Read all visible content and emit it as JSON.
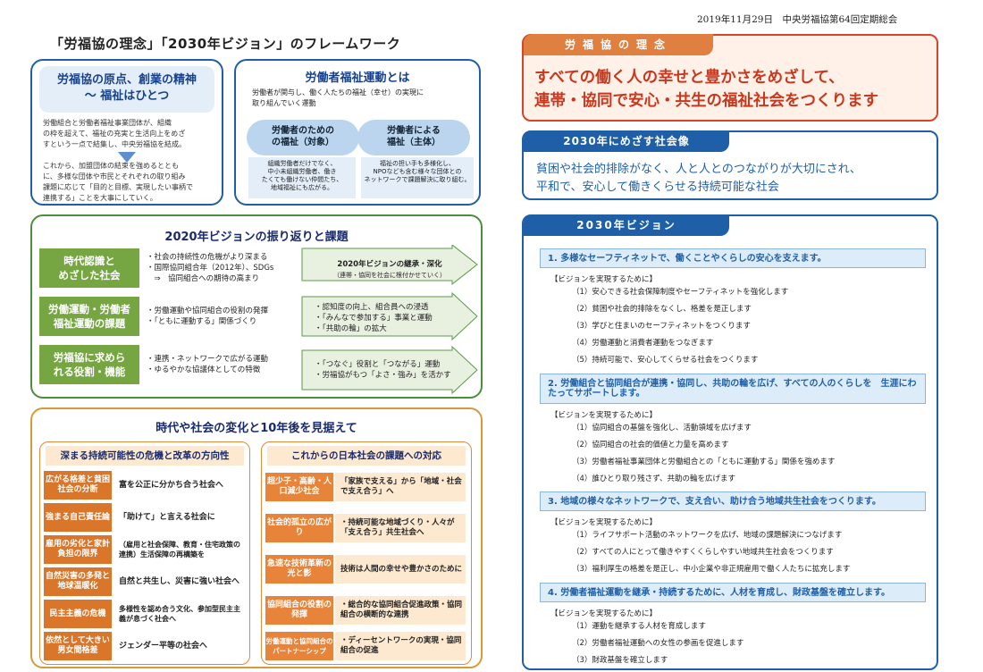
{
  "date": "2019年11月29日　中央労福協第64回定期総会",
  "title": "「労福協の理念」「2030年ビジョン」のフレームワーク",
  "b1": {
    "h1": "労福協の原点、創業の精神",
    "h2": "～ 福祉はひとつ",
    "p1": [
      "労働組合と労働者福祉事業団体が、組織",
      "の枠を超えて、福祉の充実と生活向上をめざ",
      "すという一点で結集し、中央労福協を結成。"
    ],
    "p2": [
      "これから、加盟団体の結束を強めるととも",
      "に、多様な団体や市民とそれぞれの取り組み",
      "課題に応じて「目的と目標、実現したい事柄で",
      "連携する」ことを大事にしていく。"
    ]
  },
  "b2": {
    "h": "労働者福祉運動とは",
    "p": [
      "労働者が関与し、働く人たちの福祉（幸せ）の実現に",
      "取り組んでいく運動"
    ],
    "o1": [
      "労働者のための",
      "の福祉（対象）"
    ],
    "o2": [
      "労働者による",
      "福祉（主体）"
    ],
    "s1": [
      "組織労働者だけでなく、",
      "中小未組織労働者、働き",
      "たくても働けない仲間たち、",
      "地域福祉にも広がる。"
    ],
    "s2": [
      "福祉の担い手も多様化し、",
      "NPOなども含む様々な団体との",
      "ネットワークで課題解決に取り組む。"
    ]
  },
  "g": {
    "h": "2020年ビジョンの振り返りと課題",
    "rows": [
      {
        "l": [
          "時代認識と",
          "めざした社会"
        ],
        "m": [
          "・社会の持続性の危機がより深まる",
          "・国際協同組合年（2012年）、SDGs",
          "　⇒　協同組合への期待の高まり"
        ],
        "a": [
          "2020年ビジョンの継承・深化",
          "（連帯・協同を社会に根付かせていく）"
        ]
      },
      {
        "l": [
          "労働運動・労働者",
          "福祉運動の課題"
        ],
        "m": [
          "・労働運動や協同組合の役割の発揮",
          "・「ともに運動する」関係づくり"
        ],
        "a": [
          "・認知度の向上、組合員への浸透",
          "・「みんなで参加する」事業と運動",
          "・「共助の輪」の拡大"
        ]
      },
      {
        "l": [
          "労福協に求めら",
          "れる役割・機能"
        ],
        "m": [
          "・連携・ネットワークで広がる運動",
          "・ゆるやかな協議体としての特徴"
        ],
        "a": [
          "・「つなぐ」役割と「つながる」運動",
          "・労福協がもつ「よさ・強み」を活かす"
        ]
      }
    ]
  },
  "o": {
    "h": "時代や社会の変化と10年後を見据えて",
    "c1": "深まる持続可能性の危機と改革の方向性",
    "c2": "これからの日本社会の課題への対応",
    "left": [
      {
        "l": "広がる格差と貧困社会の分断",
        "v": "富を公正に分かち合う社会へ"
      },
      {
        "l": "強まる自己責任論",
        "v": "「助けて」と言える社会に"
      },
      {
        "l": "雇用の劣化と家計負担の限界",
        "v": "（雇用と社会保障、教育・住宅政策の連携）生活保障の再構築を"
      },
      {
        "l": "自然災害の多発と地球温暖化",
        "v": "自然と共生し、災害に強い社会へ"
      },
      {
        "l": "民主主義の危機",
        "v": "多様性を認め合う文化、参加型民主主義が息づく社会へ"
      },
      {
        "l": "依然として大きい男女間格差",
        "v": "ジェンダー平等の社会へ"
      }
    ],
    "right": [
      {
        "l": "超少子・高齢・人口減少社会",
        "v": "「家族で支える」から「地域・社会で支え合う」へ"
      },
      {
        "l": "社会的孤立の広がり",
        "v": "・持続可能な地域づくり・人々が「支え合う」共生社会へ"
      },
      {
        "l": "急速な技術革新の光と影",
        "v": "技術は人間の幸せや豊かさのために"
      },
      {
        "l": "協同組合の役割の発揮",
        "v": "・総合的な協同組合促進政策・協同組合の横断的な連携"
      },
      {
        "l": "労働運動と協同組合のパートナーシップ",
        "v": "・ディーセントワークの実現・協同組合の促進"
      }
    ]
  },
  "ri": {
    "tag": "労福協の理念",
    "l1": "すべての働く人の幸せと豊かさをめざして、",
    "l2": "連帯・協同で安心・共生の福祉社会をつくります"
  },
  "v2": {
    "tag": "2030年にめざす社会像",
    "l1": "貧困や社会的排除がなく、人と人とのつながりが大切にされ、",
    "l2": "平和で、安心して働きくらせる持続可能な社会"
  },
  "v3": {
    "tag": "2030年ビジョン",
    "mark": "【ビジョンを実現するために】",
    "secs": [
      {
        "h": "1. 多様なセーフティネットで、働くことやくらしの安心を支えます。",
        "items": [
          "（1）安心できる社会保障制度やセーフティネットを強化します",
          "（2）貧困や社会的排除をなくし、格差を是正します",
          "（3）学びと住まいのセーフティネットをつくります",
          "（4）労働運動と消費者運動をつなぎます",
          "（5）持続可能で、安心してくらせる社会をつくります"
        ]
      },
      {
        "h": "2. 労働組合と協同組合が連携・協同し、共助の輪を広げ、すべての人のくらしを　生涯にわたってサポートします。",
        "items": [
          "（1）協同組合の基盤を強化し、活動領域を広げます",
          "（2）協同組合の社会的価値と力量を高めます",
          "（3）労働者福祉事業団体と労働組合との「ともに運動する」関係を強めます",
          "（4）誰ひとり取り残さず、共助の輪を広げます"
        ]
      },
      {
        "h": "3. 地域の様々なネットワークで、支え合い、助け合う地域共生社会をつくります。",
        "items": [
          "（1）ライフサポート活動のネットワークを広げ、地域の課題解決につなげます",
          "（2）すべての人にとって働きやすくくらしやすい地域共生社会をつくります",
          "（3）福利厚生の格差を是正し、中小企業や非正規雇用で働く人たちに拡充します"
        ]
      },
      {
        "h": "4. 労働者福祉運動を継承・持続するために、人材を育成し、財政基盤を確立します。",
        "items": [
          "（1）運動を継承する人材を育成します",
          "（2）労働者福祉運動への女性の参画を促進します",
          "（3）財政基盤を確立します"
        ]
      }
    ]
  }
}
